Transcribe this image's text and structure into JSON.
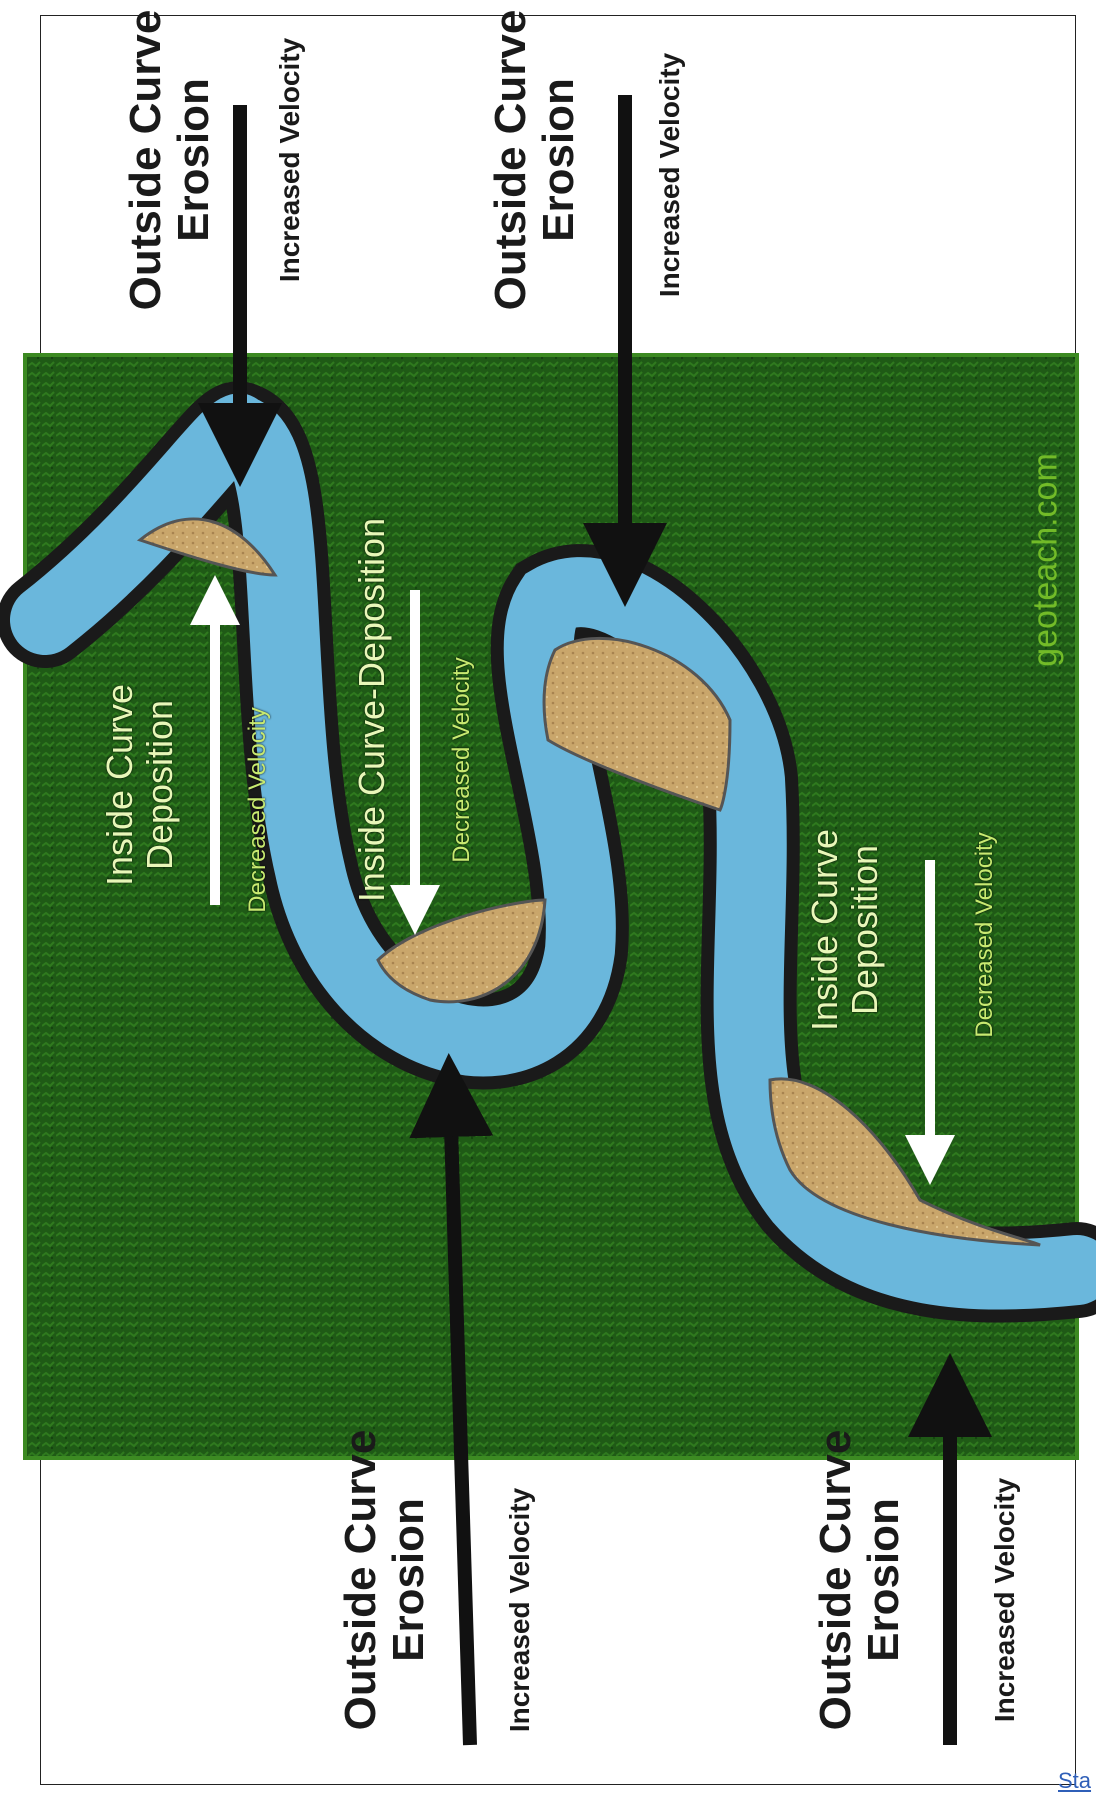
{
  "labels": {
    "outside_tl": {
      "line1": "Outside Curve",
      "line2": "Erosion",
      "sub": "Increased Velocity"
    },
    "outside_tr": {
      "line1": "Outside Curve",
      "line2": "Erosion",
      "sub": "Increased Velocity"
    },
    "outside_bl": {
      "line1": "Outside Curve",
      "line2": "Erosion",
      "sub": "Increased Velocity"
    },
    "outside_br": {
      "line1": "Outside Curve",
      "line2": "Erosion",
      "sub": "Increased Velocity"
    },
    "inside_top": {
      "line1": "Inside Curve",
      "line2": "Deposition",
      "sub": "Decreased Velocity"
    },
    "inside_mid": {
      "line1": "Inside Curve-Deposition",
      "sub": "Decreased Velocity"
    },
    "inside_bottom": {
      "line1": "Inside Curve",
      "line2": "Deposition",
      "sub": "Decreased Velocity"
    }
  },
  "watermark": "geoteach.com",
  "corner_text": "Sta",
  "colors": {
    "grass": "#1f5a16",
    "grass_light": "#3c8a22",
    "water": "#6ab7dc",
    "sand": "#c9a66b",
    "bank": "#2a2a2a",
    "outside_arrow": "#111111",
    "inside_arrow": "#ffffff"
  }
}
